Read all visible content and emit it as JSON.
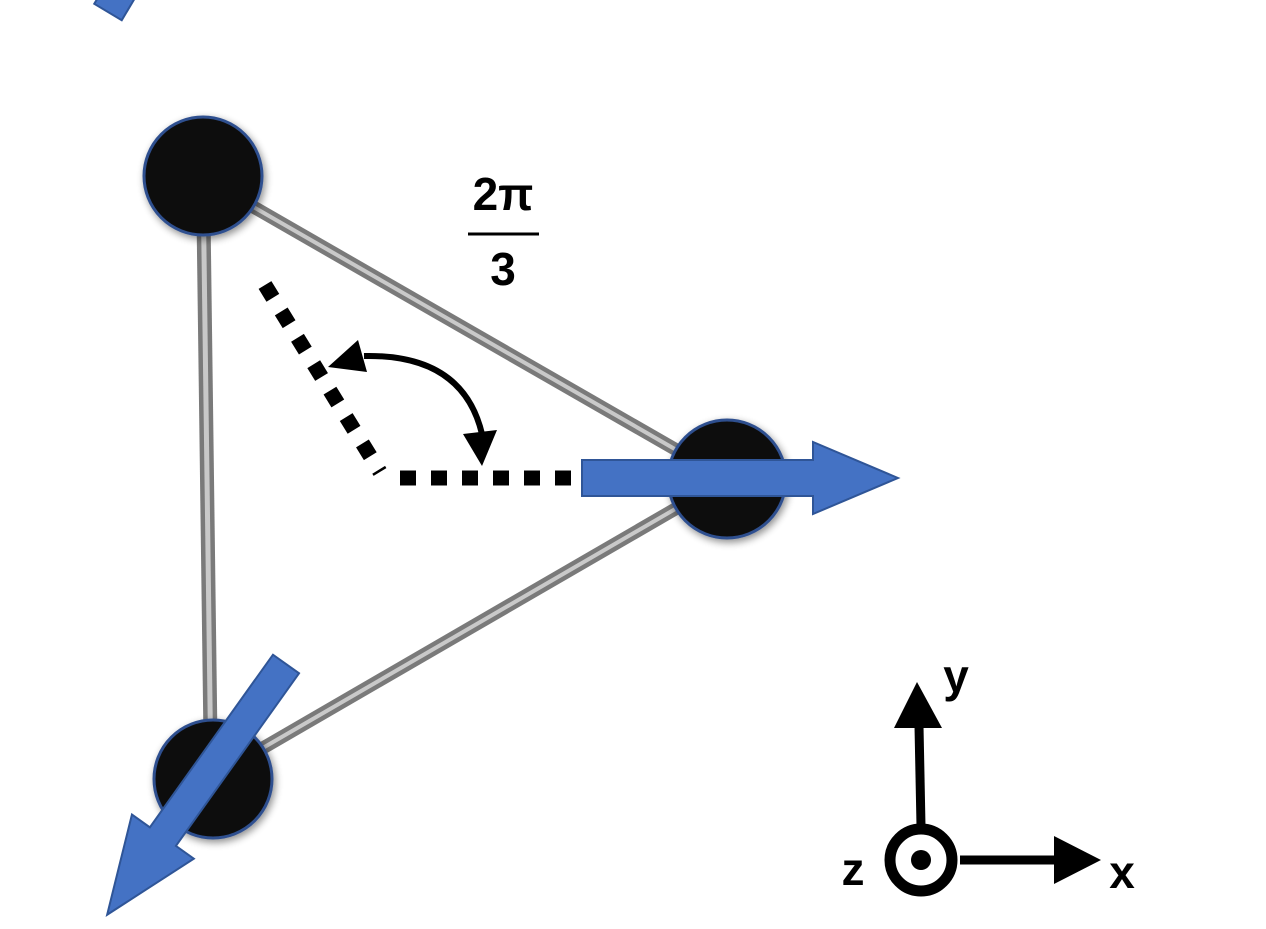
{
  "angle_label": {
    "numerator": "2π",
    "denominator": "3"
  },
  "axes": {
    "x_label": "x",
    "y_label": "y",
    "z_label": "z"
  },
  "colors": {
    "spin_arrow": "#4472C4",
    "spin_arrow_edge": "#2F5597",
    "atom": "#111111",
    "atom_edge": "#2F4F8F",
    "bond": "#8a8a8a",
    "annotation": "#000000"
  }
}
